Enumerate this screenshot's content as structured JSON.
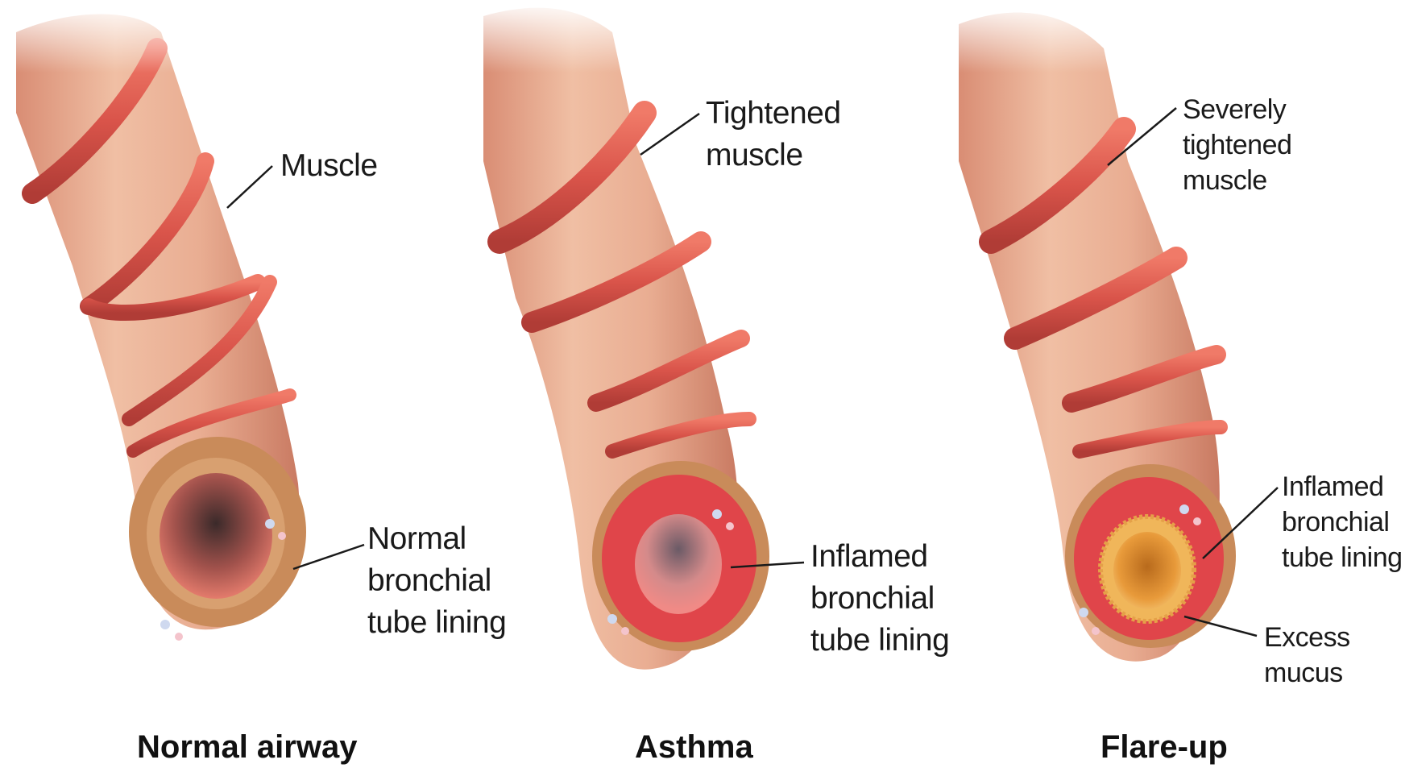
{
  "colors": {
    "tissue": "#e6a48a",
    "muscle": "#d9544a",
    "lining_normal": "#c98b5a",
    "lining_inflamed": "#e0454a",
    "mucus": "#e9a23a"
  },
  "panels": [
    {
      "caption": "Normal airway",
      "callouts": [
        {
          "lines": [
            "Muscle"
          ]
        },
        {
          "lines": [
            "Normal",
            "bronchial",
            "tube lining"
          ]
        }
      ]
    },
    {
      "caption": "Asthma",
      "callouts": [
        {
          "lines": [
            "Tightened",
            "muscle"
          ]
        },
        {
          "lines": [
            "Inflamed",
            "bronchial",
            "tube lining"
          ]
        }
      ]
    },
    {
      "caption": "Flare-up",
      "callouts": [
        {
          "lines": [
            "Severely",
            "tightened",
            "muscle"
          ]
        },
        {
          "lines": [
            "Inflamed",
            "bronchial",
            "tube lining"
          ]
        },
        {
          "lines": [
            "Excess",
            "mucus"
          ]
        }
      ]
    }
  ]
}
